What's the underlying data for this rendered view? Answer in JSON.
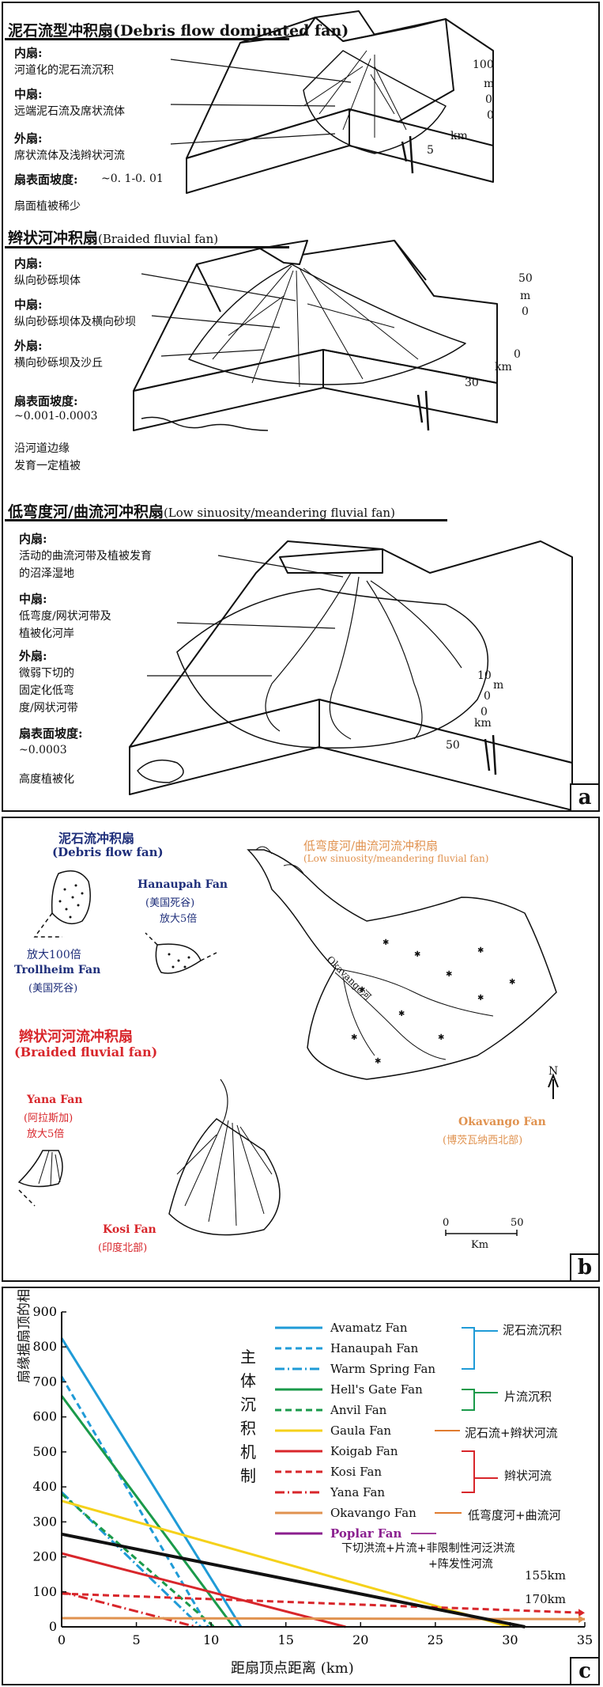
{
  "panel_a": {
    "tag": "a",
    "debris": {
      "title": "泥石流型冲积扇(Debris flow dominated fan)",
      "inner_label": "内扇:",
      "inner_desc": "河道化的泥石流沉积",
      "middle_label": "中扇:",
      "middle_desc": "远端泥石流及席状流体",
      "outer_label": "外扇:",
      "outer_desc": "席状流体及浅辫状河流",
      "slope_label": "扇表面坡度:",
      "slope_value": "~0. 1-0. 01",
      "veg": "扇面植被稀少",
      "scale_v": "100",
      "scale_unit": "m",
      "scale_zero1": "0",
      "scale_zero2": "0",
      "scale_h": "5",
      "scale_km": "km"
    },
    "braided": {
      "title": "辫状河冲积扇",
      "title_en": "(Braided fluvial fan)",
      "inner_label": "内扇:",
      "inner_desc": "纵向砂砾坝体",
      "middle_label": "中扇:",
      "middle_desc": "纵向砂砾坝体及横向砂坝",
      "outer_label": "外扇:",
      "outer_desc": "横向砂砾坝及沙丘",
      "slope_label": "扇表面坡度:",
      "slope_value": "~0.001-0.0003",
      "veg1": "沿河道边缘",
      "veg2": "发育一定植被",
      "scale_v": "50",
      "scale_unit": "m",
      "scale_zero1": "0",
      "scale_zero2": "0",
      "scale_h": "30",
      "scale_km": "km"
    },
    "meander": {
      "title": "低弯度河/曲流河冲积扇",
      "title_en": "(Low sinuosity/meandering fluvial fan)",
      "inner_label": "内扇:",
      "inner_desc1": "活动的曲流河带及植被发育",
      "inner_desc2": "的沼泽湿地",
      "middle_label": "中扇:",
      "middle_desc1": "低弯度/网状河带及",
      "middle_desc2": "植被化河岸",
      "outer_label": "外扇:",
      "outer_desc1": "微弱下切的",
      "outer_desc2": "固定化低弯",
      "outer_desc3": "度/网状河带",
      "slope_label": "扇表面坡度:",
      "slope_value": "~0.0003",
      "veg": "高度植被化",
      "scale_v": "10",
      "scale_unit": "m",
      "scale_zero1": "0",
      "scale_zero2": "0",
      "scale_h": "50",
      "scale_km": "km"
    }
  },
  "panel_b": {
    "tag": "b",
    "debris_title": "泥石流冲积扇",
    "debris_title_en": "(Debris flow fan)",
    "hanaupah_name": "Hanaupah Fan",
    "hanaupah_loc": "(美国死谷)",
    "hanaupah_zoom": "放大5倍",
    "trollheim_zoom": "放大100倍",
    "trollheim_name": "Trollheim Fan",
    "trollheim_loc": "(美国死谷)",
    "meander_title": "低弯度河/曲流河流冲积扇",
    "meander_title_en": "(Low sinuosity/meandering fluvial fan)",
    "okavango_river": "Okavango河",
    "braided_title": "辫状河河流冲积扇",
    "braided_title_en": "(Braided fluvial fan)",
    "yana_name": "Yana Fan",
    "yana_loc": "(阿拉斯加)",
    "yana_zoom": "放大5倍",
    "kosi_name": "Kosi Fan",
    "kosi_loc": "(印度北部)",
    "okavango_name": "Okavango Fan",
    "okavango_loc": "(博茨瓦纳西北部)",
    "north": "N",
    "scale_0": "0",
    "scale_50": "50",
    "scale_unit": "Km"
  },
  "panel_c": {
    "tag": "c",
    "vertical_title": "主体沉积机制",
    "note_155": "155km",
    "note_170": "170km",
    "groups": [
      {
        "label": "泥石流沉积",
        "color": "#1f9bd7"
      },
      {
        "label": "片流沉积",
        "color": "#1a9a4a"
      },
      {
        "label": "泥石流+辫状河流",
        "color": "#e07b2f"
      },
      {
        "label": "辫状河流",
        "color": "#d8262b"
      },
      {
        "label": "低弯度河+曲流河",
        "color": "#e07b2f"
      },
      {
        "label": "下切洪流+片流+非限制性河泛洪流",
        "color": "#a23d9c"
      },
      {
        "label": "+阵发性河流",
        "color": "#a23d9c"
      }
    ]
  },
  "chart_data": {
    "type": "line",
    "xlabel": "距扇顶点距离 (km)",
    "ylabel": "扇缘据扇顶的相对海拔高度 (m)",
    "xlim": [
      0,
      35
    ],
    "ylim": [
      0,
      900
    ],
    "xticks": [
      0,
      5,
      10,
      15,
      20,
      25,
      30,
      35
    ],
    "yticks": [
      0,
      100,
      200,
      300,
      400,
      500,
      600,
      700,
      800,
      900
    ],
    "series": [
      {
        "name": "Avamatz Fan",
        "color": "#1f9bd7",
        "dash": "solid",
        "points": [
          [
            0,
            825
          ],
          [
            12,
            0
          ]
        ]
      },
      {
        "name": "Hanaupah Fan",
        "color": "#1f9bd7",
        "dash": "dashed",
        "points": [
          [
            0,
            715
          ],
          [
            9.8,
            0
          ]
        ]
      },
      {
        "name": "Warm Spring Fan",
        "color": "#1f9bd7",
        "dash": "dashdot",
        "points": [
          [
            0,
            385
          ],
          [
            9.3,
            0
          ]
        ]
      },
      {
        "name": "Hell's Gate Fan",
        "color": "#1a9a4a",
        "dash": "solid",
        "points": [
          [
            0,
            660
          ],
          [
            11.5,
            0
          ]
        ]
      },
      {
        "name": "Anvil Fan",
        "color": "#1a9a4a",
        "dash": "dashed",
        "points": [
          [
            0,
            380
          ],
          [
            10.2,
            0
          ]
        ]
      },
      {
        "name": "Gaula Fan",
        "color": "#f5d11a",
        "dash": "solid",
        "points": [
          [
            0,
            360
          ],
          [
            30,
            0
          ]
        ]
      },
      {
        "name": "Koigab Fan",
        "color": "#d8262b",
        "dash": "solid",
        "points": [
          [
            0,
            210
          ],
          [
            19,
            0
          ]
        ]
      },
      {
        "name": "Kosi Fan",
        "color": "#d8262b",
        "dash": "dashed",
        "points": [
          [
            0,
            95
          ],
          [
            35,
            40
          ]
        ]
      },
      {
        "name": "Yana Fan",
        "color": "#d8262b",
        "dash": "dashdot",
        "points": [
          [
            0,
            100
          ],
          [
            9,
            0
          ]
        ]
      },
      {
        "name": "Okavango Fan",
        "color": "#e0924f",
        "dash": "solid",
        "points": [
          [
            0,
            25
          ],
          [
            35,
            22
          ]
        ]
      },
      {
        "name": "Poplar Fan",
        "color": "#8b1f8f",
        "dash": "solid",
        "points": []
      },
      {
        "name": "",
        "color": "#111111",
        "dash": "solid",
        "points": [
          [
            0,
            265
          ],
          [
            31,
            0
          ]
        ]
      }
    ]
  }
}
